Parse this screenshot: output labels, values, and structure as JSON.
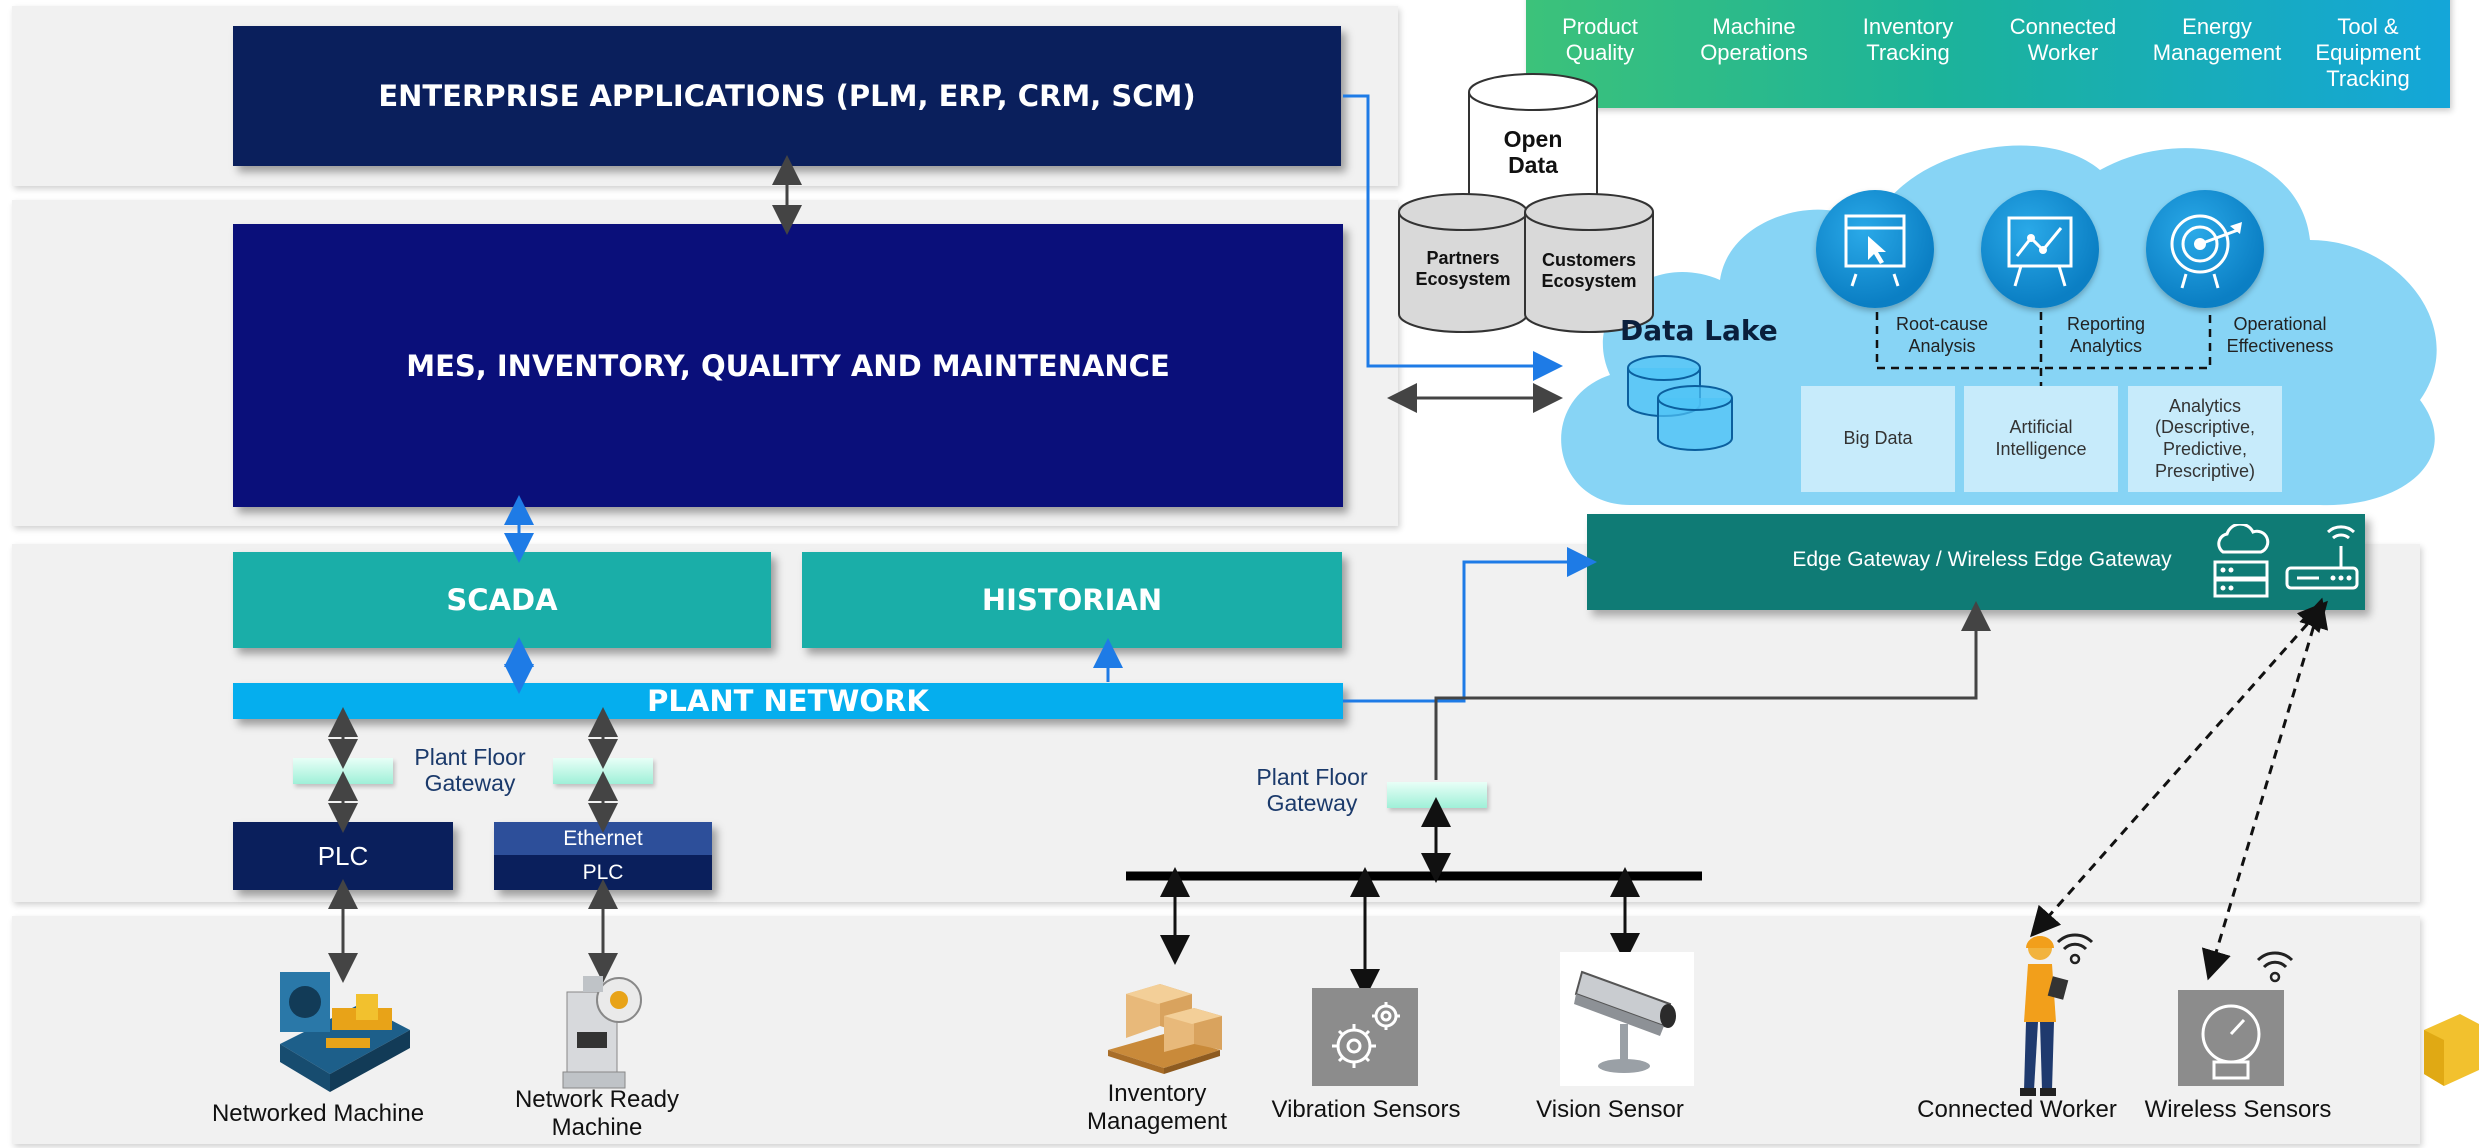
{
  "layers": {
    "enterprise": "ENTERPRISE APPLICATIONS (PLM, ERP, CRM, SCM)",
    "mes": "MES, INVENTORY, QUALITY AND MAINTENANCE",
    "scada": "SCADA",
    "historian": "HISTORIAN",
    "plant_network": "PLANT NETWORK"
  },
  "gateways": {
    "plant_floor_left": "Plant Floor\nGateway",
    "plant_floor_right": "Plant Floor\nGateway",
    "edge": "Edge Gateway / Wireless Edge Gateway"
  },
  "controllers": {
    "plc": "PLC",
    "ethernet": "Ethernet",
    "ethernet_plc": "PLC"
  },
  "devices": {
    "networked_machine": "Networked Machine",
    "network_ready_machine": "Network Ready\nMachine",
    "inventory_management": "Inventory\nManagement",
    "vibration_sensors": "Vibration Sensors",
    "vision_sensor": "Vision Sensor",
    "connected_worker": "Connected Worker",
    "wireless_sensors": "Wireless Sensors"
  },
  "databases": {
    "open_data": "Open\nData",
    "partners": "Partners\nEcosystem",
    "customers": "Customers\nEcosystem"
  },
  "cloud": {
    "title": "Data Lake",
    "analysis_labels": [
      "Root-cause\nAnalysis",
      "Reporting\nAnalytics",
      "Operational\nEffectiveness"
    ],
    "boxes": [
      "Big Data",
      "Artificial\nIntelligence",
      "Analytics\n(Descriptive,\nPredictive,\nPrescriptive)"
    ]
  },
  "use_cases": [
    "Product\nQuality",
    "Machine\nOperations",
    "Inventory\nTracking",
    "Connected\nWorker",
    "Energy\nManagement",
    "Tool &\nEquipment\nTracking"
  ],
  "colors": {
    "enterprise": "#0a1f5c",
    "mes": "#0a0f7a",
    "teal": "#1aaea8",
    "plant_network": "#05aeee",
    "edge": "#0f7b75",
    "cloud": "#87d4f5",
    "band": "#f1f1f1"
  }
}
